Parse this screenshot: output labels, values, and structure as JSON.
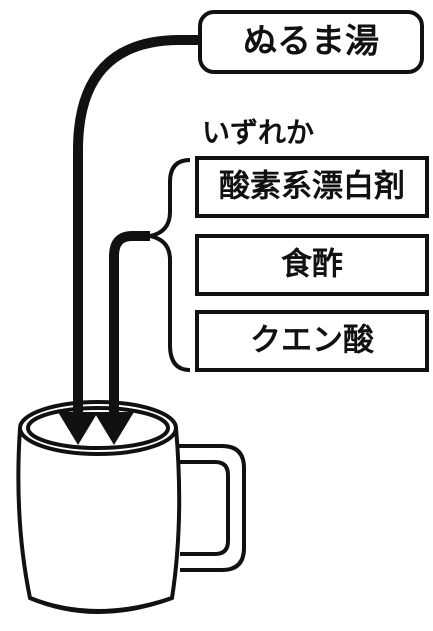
{
  "top_box": {
    "label": "ぬるま湯"
  },
  "choice_note": "いずれか",
  "options": [
    {
      "label": "酸素系漂白剤"
    },
    {
      "label": "食酢"
    },
    {
      "label": "クエン酸"
    }
  ],
  "colors": {
    "ink": "#111111",
    "background": "#ffffff"
  }
}
